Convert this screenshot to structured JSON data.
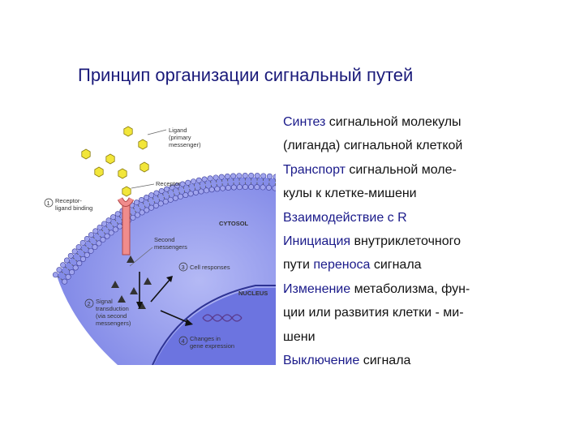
{
  "title": "Принцип организации сигнальный путей",
  "figure": {
    "labels": {
      "ligand_1": "Ligand",
      "ligand_2": "(primary",
      "ligand_3": "messenger)",
      "receptor": "Receptor",
      "step1_num": "1",
      "step1_a": "Receptor-",
      "step1_b": "ligand binding",
      "cytosol": "CYTOSOL",
      "second_1": "Second",
      "second_2": "messengers",
      "step3_num": "3",
      "step3": "Cell responses",
      "nucleus": "NUCLEUS",
      "step2_num": "2",
      "step2_a": "Signal",
      "step2_b": "transduction",
      "step2_c": "(via second",
      "step2_d": "messengers)",
      "step4_num": "4",
      "step4_a": "Changes in",
      "step4_b": "gene expression"
    },
    "colors": {
      "cell": "#8f96ef",
      "nucleus": "#6c74e0",
      "ligand": "#f2e63a",
      "receptor": "#f08c8c",
      "membrane_head": "#a0a4ee"
    }
  },
  "lines": [
    {
      "kw": "Синтез",
      "rest": " сигнальной молекулы"
    },
    {
      "kw": "",
      "rest": "(лиганда) сигнальной клеткой"
    },
    {
      "kw": "Транспорт",
      "rest": " сигнальной моле-"
    },
    {
      "kw": "",
      "rest": "кулы к клетке-мишени"
    },
    {
      "kw": "Взаимодействие с R",
      "rest": ""
    },
    {
      "kw": "Инициация",
      "rest": " внутриклеточного"
    },
    {
      "kw": "",
      "rest": "пути ",
      "kw2": "переноса",
      "rest2": " сигнала"
    },
    {
      "kw": "Изменение",
      "rest": " метаболизма, фун-"
    },
    {
      "kw": "",
      "rest": "ции или развития клетки - ми-"
    },
    {
      "kw": "",
      "rest": "шени"
    },
    {
      "kw": "Выключение",
      "rest": " сигнала"
    }
  ]
}
